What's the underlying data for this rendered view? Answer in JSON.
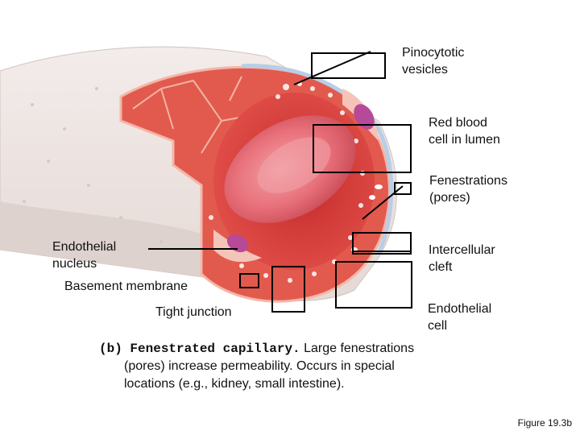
{
  "labels": {
    "pinocytotic": "Pinocytotic\nvesicles",
    "rbc": "Red blood\ncell in lumen",
    "fenestrations": "Fenestrations\n(pores)",
    "intercellular": "Intercellular\ncleft",
    "endothelial_cell": "Endothelial\ncell",
    "endothelial_nucleus": "Endothelial\nnucleus",
    "basement": "Basement membrane",
    "tight": "Tight junction"
  },
  "caption": {
    "lead": "(b) Fenestrated capillary.",
    "line1": "Large fenestrations",
    "line2": "(pores) increase permeability. Occurs in special",
    "line3": "locations (e.g., kidney, small intestine)."
  },
  "figure_number": "Figure 19.3b",
  "colors": {
    "outer_wall": "#efe7e4",
    "cell_red": "#e25a4e",
    "lumen": "#d73c36",
    "rbc": "#e8707a",
    "nucleus": "#b64a98",
    "membrane_blue": "#b9cde6"
  }
}
